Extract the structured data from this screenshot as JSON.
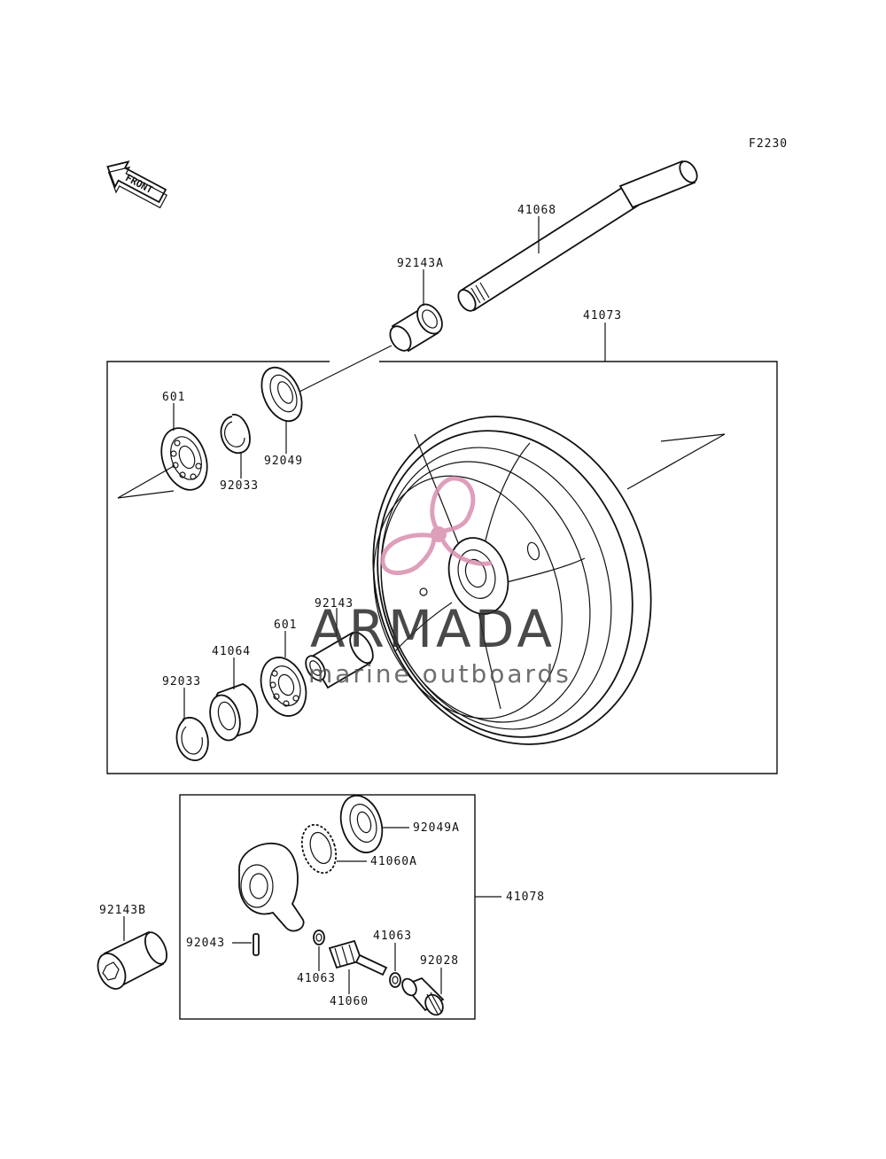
{
  "figure_code": "F2230",
  "front_arrow_label": "FRONT",
  "watermark": {
    "title": "ARMADA",
    "subtitle": "marine outboards",
    "accent": "#d98fb0"
  },
  "labels": {
    "axle": "41068",
    "collar_a": "92143A",
    "wheel_assy": "41073",
    "bearing_top": "601",
    "circlip_top": "92033",
    "seal_top": "92049",
    "collar_mid": "92143",
    "bearing_mid": "601",
    "coupling": "41064",
    "circlip_bottom": "92033",
    "seal_a": "92049A",
    "gear_a": "41060A",
    "meter_gear_assy": "41078",
    "collar_b": "92143B",
    "pin": "92043",
    "washer_right": "41063",
    "washer_left": "41063",
    "pinion": "41060",
    "bushing": "92028"
  }
}
